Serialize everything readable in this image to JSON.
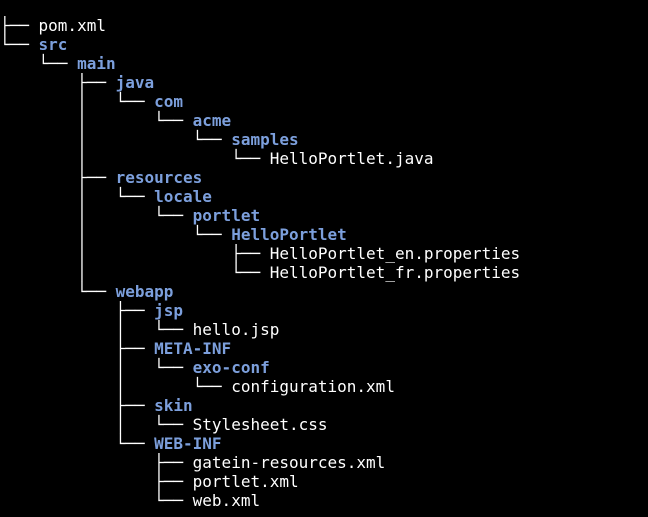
{
  "terminal": {
    "root": ".",
    "colors": {
      "background": "#000000",
      "file": "#ffffff",
      "directory": "#7c9fdc"
    },
    "lines": [
      {
        "prefix": "├── ",
        "name": "pom.xml",
        "dir": false
      },
      {
        "prefix": "└── ",
        "name": "src",
        "dir": true
      },
      {
        "prefix": "    └── ",
        "name": "main",
        "dir": true
      },
      {
        "prefix": "        ├── ",
        "name": "java",
        "dir": true
      },
      {
        "prefix": "        │   └── ",
        "name": "com",
        "dir": true
      },
      {
        "prefix": "        │       └── ",
        "name": "acme",
        "dir": true
      },
      {
        "prefix": "        │           └── ",
        "name": "samples",
        "dir": true
      },
      {
        "prefix": "        │               └── ",
        "name": "HelloPortlet.java",
        "dir": false
      },
      {
        "prefix": "        ├── ",
        "name": "resources",
        "dir": true
      },
      {
        "prefix": "        │   └── ",
        "name": "locale",
        "dir": true
      },
      {
        "prefix": "        │       └── ",
        "name": "portlet",
        "dir": true
      },
      {
        "prefix": "        │           └── ",
        "name": "HelloPortlet",
        "dir": true
      },
      {
        "prefix": "        │               ├── ",
        "name": "HelloPortlet_en.properties",
        "dir": false
      },
      {
        "prefix": "        │               └── ",
        "name": "HelloPortlet_fr.properties",
        "dir": false
      },
      {
        "prefix": "        └── ",
        "name": "webapp",
        "dir": true
      },
      {
        "prefix": "            ├── ",
        "name": "jsp",
        "dir": true
      },
      {
        "prefix": "            │   └── ",
        "name": "hello.jsp",
        "dir": false
      },
      {
        "prefix": "            ├── ",
        "name": "META-INF",
        "dir": true
      },
      {
        "prefix": "            │   └── ",
        "name": "exo-conf",
        "dir": true
      },
      {
        "prefix": "            │       └── ",
        "name": "configuration.xml",
        "dir": false
      },
      {
        "prefix": "            ├── ",
        "name": "skin",
        "dir": true
      },
      {
        "prefix": "            │   └── ",
        "name": "Stylesheet.css",
        "dir": false
      },
      {
        "prefix": "            └── ",
        "name": "WEB-INF",
        "dir": true
      },
      {
        "prefix": "                ├── ",
        "name": "gatein-resources.xml",
        "dir": false
      },
      {
        "prefix": "                ├── ",
        "name": "portlet.xml",
        "dir": false
      },
      {
        "prefix": "                └── ",
        "name": "web.xml",
        "dir": false
      }
    ]
  }
}
